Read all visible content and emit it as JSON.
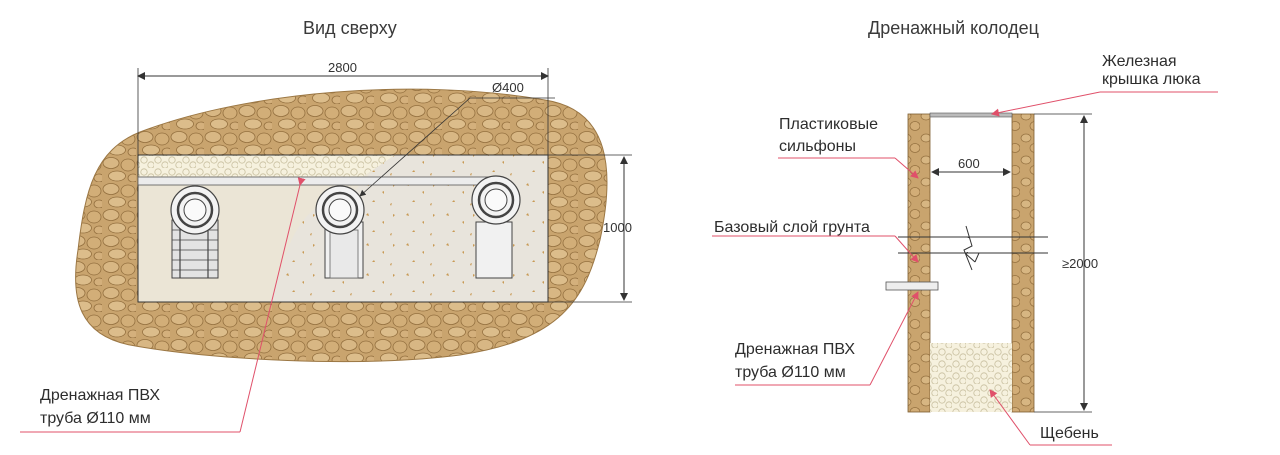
{
  "top_view": {
    "title": "Вид сверху",
    "width_dim": "2800",
    "depth_dim": "1000",
    "diameter_dim": "Ø400",
    "pipe_label_line1": "Дренажная ПВХ",
    "pipe_label_line2": "труба Ø110 мм"
  },
  "well": {
    "title": "Дренажный колодец",
    "lid_line1": "Железная",
    "lid_line2": "крышка люка",
    "bellows_line1": "Пластиковые",
    "bellows_line2": "сильфоны",
    "inner_width_dim": "600",
    "soil_label": "Базовый слой грунта",
    "height_dim": "≥2000",
    "pipe_label_line1": "Дренажная ПВХ",
    "pipe_label_line2": "труба Ø110 мм",
    "gravel_label": "Щебень"
  },
  "colors": {
    "soil": "#c9a46e",
    "stone_outline": "#8f6c3c",
    "inner_fill": "#e6e2da",
    "gravel": "#f4efdc",
    "leader": "#e0506a",
    "wall": "#c79e66"
  }
}
